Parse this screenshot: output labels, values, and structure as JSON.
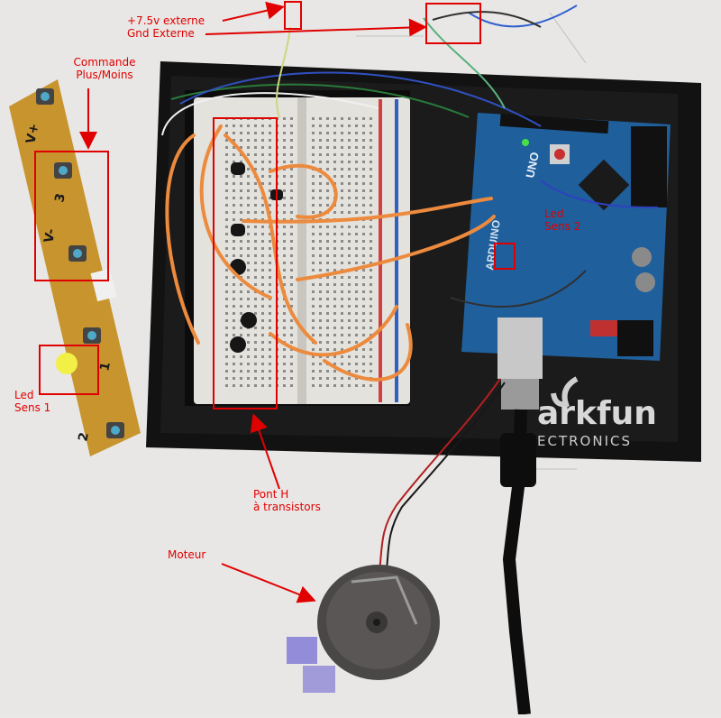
{
  "labels": {
    "ext_power_line1": "+7.5v externe",
    "ext_power_line2": "Gnd Externe",
    "command_line1": "Commande",
    "command_line2": "Plus/Moins",
    "led1_line1": "Led",
    "led1_line2": "Sens 1",
    "led2_line1": "Led",
    "led2_line2": "Sens 2",
    "hbridge_line1": "Pont H",
    "hbridge_line2": "à transistors",
    "motor": "Moteur"
  },
  "board_text": {
    "brand": "arkfun",
    "brand_sub": "ECTRONICS",
    "arduino_model": "UNO",
    "arduino_brand": "ARDUINO",
    "button_labels": [
      "V+",
      "3",
      "V-",
      "1",
      "2"
    ]
  },
  "colors": {
    "annotation": "#e00000",
    "background": "#e9e8e6",
    "tray": "#141414",
    "arduino_pcb": "#1f5f9c",
    "button_pcb": "#c8942e",
    "wire_orange": "#ec8a3e",
    "led_yellow": "#f2f046"
  }
}
